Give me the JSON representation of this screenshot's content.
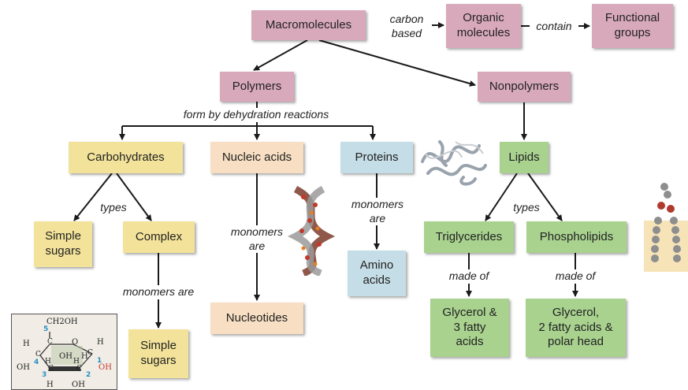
{
  "colors": {
    "macro": "#d8a9bb",
    "carb": "#f3e39a",
    "nucleic": "#f8dfc3",
    "protein": "#c5dde6",
    "lipid": "#a9d28f",
    "arrow": "#1a1a1a"
  },
  "nodes": {
    "macromolecules": "Macromolecules",
    "organic_molecules": "Organic\nmolecules",
    "functional_groups": "Functional\ngroups",
    "polymers": "Polymers",
    "nonpolymers": "Nonpolymers",
    "carbohydrates": "Carbohydrates",
    "nucleic_acids": "Nucleic acids",
    "proteins": "Proteins",
    "lipids": "Lipids",
    "simple_sugars_1": "Simple\nsugars",
    "complex": "Complex",
    "simple_sugars_2": "Simple\nsugars",
    "nucleotides": "Nucleotides",
    "amino_acids": "Amino\nacids",
    "triglycerides": "Triglycerides",
    "phospholipids": "Phospholipids",
    "glycerol_fatty": "Glycerol &\n3 fatty\nacids",
    "glycerol_polar": "Glycerol,\n2 fatty acids &\npolar head"
  },
  "labels": {
    "carbon_based": "carbon\nbased",
    "contain": "contain",
    "dehydration": "form by dehydration reactions",
    "types_carb": "types",
    "monomers_are_complex": "monomers are",
    "monomers_are_nucleic": "monomers\nare",
    "monomers_are_protein": "monomers\nare",
    "types_lipid": "types",
    "made_of_1": "made of",
    "made_of_2": "made of"
  },
  "sugar_structure": {
    "labels": [
      "CH2OH",
      "H",
      "O",
      "H",
      "H",
      "OH",
      "H",
      "OH",
      "OH",
      "H",
      "OH",
      "H",
      "C",
      "C",
      "C",
      "C",
      "C"
    ],
    "numbers": [
      "5",
      "4",
      "1",
      "3",
      "2"
    ]
  }
}
